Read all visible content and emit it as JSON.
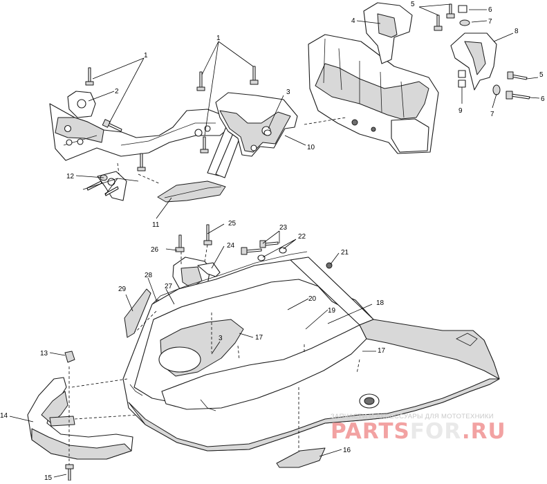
{
  "callouts": [
    {
      "label": "1"
    },
    {
      "label": "2"
    },
    {
      "label": "12"
    },
    {
      "label": "1"
    },
    {
      "label": "3"
    },
    {
      "label": "10"
    },
    {
      "label": "11"
    },
    {
      "label": "4"
    },
    {
      "label": "5"
    },
    {
      "label": "6"
    },
    {
      "label": "7"
    },
    {
      "label": "8"
    },
    {
      "label": "9"
    },
    {
      "label": "5"
    },
    {
      "label": "6"
    },
    {
      "label": "7"
    },
    {
      "label": "25"
    },
    {
      "label": "26"
    },
    {
      "label": "24"
    },
    {
      "label": "23"
    },
    {
      "label": "22"
    },
    {
      "label": "21"
    },
    {
      "label": "29"
    },
    {
      "label": "28"
    },
    {
      "label": "27"
    },
    {
      "label": "20"
    },
    {
      "label": "19"
    },
    {
      "label": "18"
    },
    {
      "label": "17"
    },
    {
      "label": "3"
    },
    {
      "label": "17"
    },
    {
      "label": "13"
    },
    {
      "label": "14"
    },
    {
      "label": "15"
    },
    {
      "label": "16"
    }
  ],
  "watermark": {
    "tagline": "ЗАПЧАСТИ И АКСЕССУАРЫ ДЛЯ МОТОТЕХНИКИ",
    "brand_part1": "PARTS",
    "brand_part2": "FOR",
    "brand_part3": ".RU"
  },
  "colors": {
    "line": "#1a1a1a",
    "watermark_red": "#f2a2a2",
    "watermark_grey": "#e9e9e9"
  }
}
